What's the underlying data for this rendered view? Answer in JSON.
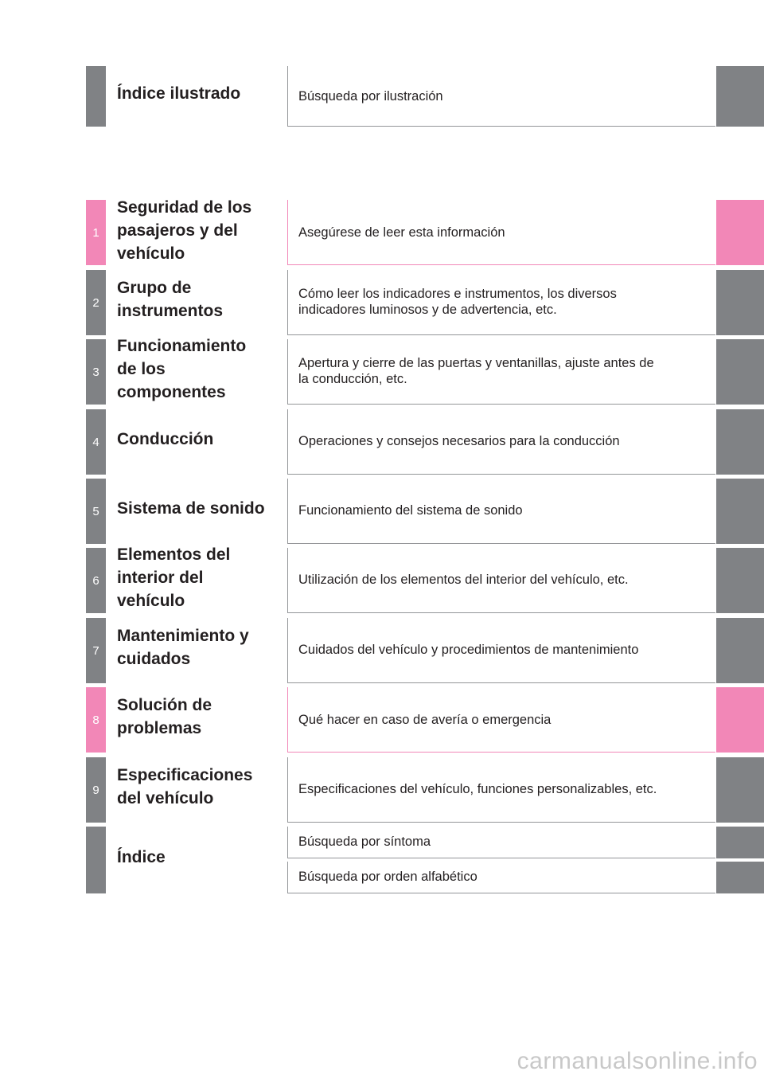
{
  "colors": {
    "gray": "#808285",
    "pink": "#f287b7",
    "line": "#939598"
  },
  "header": {
    "title": "Índice ilustrado",
    "description": "Búsqueda por ilustración"
  },
  "sections": [
    {
      "number": "1",
      "title_lines": [
        "Seguridad de los",
        "pasajeros y del",
        "vehículo"
      ],
      "desc_lines": [
        "Asegúrese de leer esta información"
      ],
      "highlight": true
    },
    {
      "number": "2",
      "title_lines": [
        "Grupo de",
        "instrumentos"
      ],
      "desc_lines": [
        "Cómo leer los indicadores e instrumentos, los diversos",
        "indicadores luminosos y de advertencia, etc."
      ],
      "highlight": false
    },
    {
      "number": "3",
      "title_lines": [
        "Funcionamiento",
        "de los",
        "componentes"
      ],
      "desc_lines": [
        "Apertura y cierre de las puertas y ventanillas, ajuste antes de",
        "la conducción, etc."
      ],
      "highlight": false
    },
    {
      "number": "4",
      "title_lines": [
        "Conducción"
      ],
      "desc_lines": [
        "Operaciones y consejos necesarios para la conducción"
      ],
      "highlight": false
    },
    {
      "number": "5",
      "title_lines": [
        "Sistema de sonido"
      ],
      "desc_lines": [
        "Funcionamiento del sistema de sonido"
      ],
      "highlight": false
    },
    {
      "number": "6",
      "title_lines": [
        "Elementos del",
        "interior del",
        "vehículo"
      ],
      "desc_lines": [
        "Utilización de los elementos del interior del vehículo, etc."
      ],
      "highlight": false
    },
    {
      "number": "7",
      "title_lines": [
        "Mantenimiento y",
        "cuidados"
      ],
      "desc_lines": [
        "Cuidados del vehículo y procedimientos de mantenimiento"
      ],
      "highlight": false
    },
    {
      "number": "8",
      "title_lines": [
        "Solución de",
        "problemas"
      ],
      "desc_lines": [
        "Qué hacer en caso de avería o emergencia"
      ],
      "highlight": true
    },
    {
      "number": "9",
      "title_lines": [
        "Especificaciones",
        "del vehículo"
      ],
      "desc_lines": [
        "Especificaciones del vehículo, funciones personalizables, etc."
      ],
      "highlight": false
    }
  ],
  "index": {
    "title": "Índice",
    "items": [
      "Búsqueda por síntoma",
      "Búsqueda por orden alfabético"
    ]
  },
  "watermark": "carmanualsonline.info"
}
